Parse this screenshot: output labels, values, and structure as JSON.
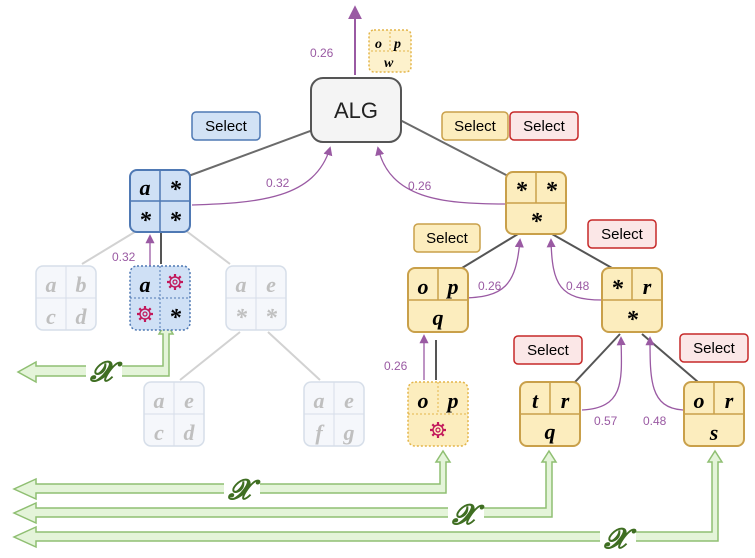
{
  "algorithm_label": "ALG",
  "x_symbol": "𝓧",
  "buttons": {
    "select": "Select"
  },
  "weights": {
    "top_output": "0.26",
    "blue_to_alg": "0.32",
    "blue_child": "0.32",
    "yellow_to_alg": "0.26",
    "op_q_to_parent": "0.26",
    "right_to_parent": "0.48",
    "op_bottom_to_op_q": "0.26",
    "trq_to_right": "0.57",
    "ors_to_right": "0.48"
  },
  "output_tile": {
    "cells": [
      "o",
      "p",
      "w"
    ]
  },
  "nodes": {
    "blue_root": {
      "cells": [
        "a",
        "*",
        "*",
        "*"
      ]
    },
    "blue_child": {
      "cells": [
        "a",
        "*"
      ]
    },
    "gray_ab_cd": {
      "cells": [
        "a",
        "b",
        "c",
        "d"
      ]
    },
    "gray_ae_star": {
      "cells": [
        "a",
        "e",
        "*",
        "*"
      ]
    },
    "gray_ae_cd": {
      "cells": [
        "a",
        "e",
        "c",
        "d"
      ]
    },
    "gray_ae_fg": {
      "cells": [
        "a",
        "e",
        "f",
        "g"
      ]
    },
    "yellow_root": {
      "cells": [
        "*",
        "*",
        "*"
      ]
    },
    "yellow_opq": {
      "cells": [
        "o",
        "p",
        "q"
      ]
    },
    "yellow_right": {
      "cells": [
        "*",
        "r",
        "*"
      ]
    },
    "yellow_op_bottom": {
      "cells": [
        "o",
        "p"
      ]
    },
    "yellow_trq": {
      "cells": [
        "t",
        "r",
        "q"
      ]
    },
    "yellow_ors": {
      "cells": [
        "o",
        "r",
        "s"
      ]
    }
  },
  "colors": {
    "blue_fill": "#cfe0f5",
    "blue_stroke": "#4f79b4",
    "yellow_fill": "#fcedbe",
    "yellow_stroke": "#c9a04a",
    "red_stroke": "#c62828",
    "purple": "#9a5aa3",
    "green_fill": "#e4f4d9",
    "green_stroke": "#8fbf72",
    "gear_red": "#c2185b"
  }
}
